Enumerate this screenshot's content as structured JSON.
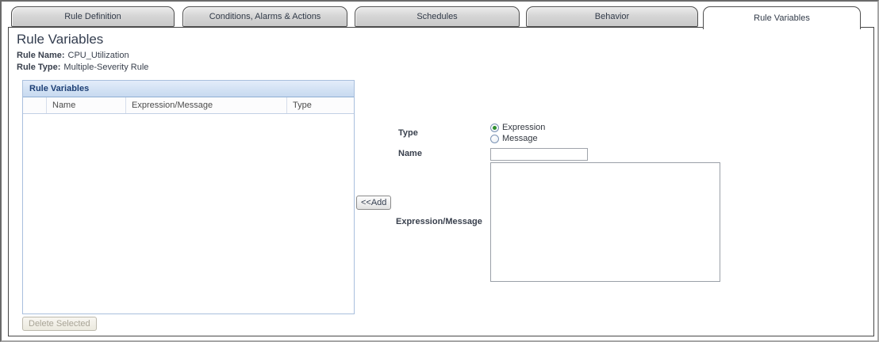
{
  "tabs": [
    {
      "label": "Rule Definition",
      "active": false
    },
    {
      "label": "Conditions, Alarms & Actions",
      "active": false
    },
    {
      "label": "Schedules",
      "active": false
    },
    {
      "label": "Behavior",
      "active": false
    },
    {
      "label": "Rule Variables",
      "active": true
    }
  ],
  "page": {
    "title": "Rule Variables"
  },
  "meta": {
    "rule_name_label": "Rule Name:",
    "rule_name": "CPU_Utilization",
    "rule_type_label": "Rule Type:",
    "rule_type": "Multiple-Severity Rule"
  },
  "variables_panel": {
    "title": "Rule Variables",
    "columns": [
      "",
      "Name",
      "Expression/Message",
      "Type"
    ],
    "rows": [],
    "delete_button_label": "Delete Selected"
  },
  "form": {
    "type_label": "Type",
    "type_options": [
      {
        "label": "Expression",
        "selected": true
      },
      {
        "label": "Message",
        "selected": false
      }
    ],
    "name_label": "Name",
    "name_value": "",
    "add_button_label": "<<Add",
    "expression_label": "Expression/Message",
    "expression_value": ""
  },
  "colors": {
    "panel_header_text": "#1c3e75",
    "panel_border": "#a9bfdd",
    "radio_selected_green": "#2e8f2e",
    "tab_inactive_gray": "#d6d6d6"
  }
}
